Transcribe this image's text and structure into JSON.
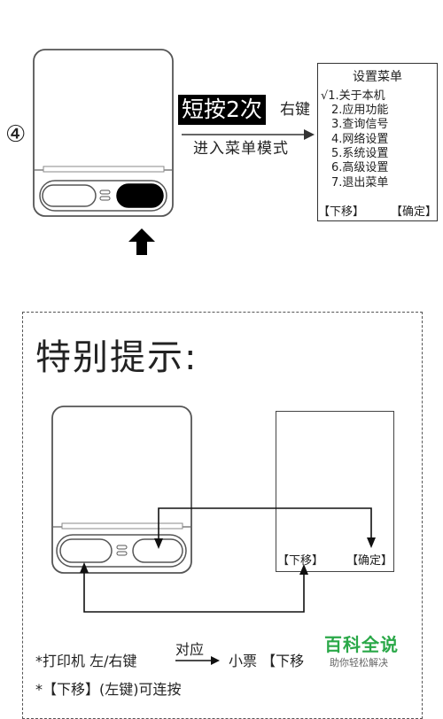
{
  "step": {
    "number": "④"
  },
  "action": {
    "press": "短按2次",
    "key": "右键",
    "result": "进入菜单模式"
  },
  "menu": {
    "title": "设置菜单",
    "items": [
      "√1.关于本机",
      "2.应用功能",
      "3.查询信号",
      "4.网络设置",
      "5.系统设置",
      "6.高级设置",
      "7.退出菜单"
    ],
    "footer_left": "【下移】",
    "footer_right": "【确定】"
  },
  "tip": {
    "title": "特别提示:",
    "receipt_left": "【下移】",
    "receipt_right": "【确定】",
    "note1": "*打印机 左/右键",
    "correspond": "对应",
    "note1_tail": "小票 【下移",
    "note2": "*【下移】(左键)可连按"
  },
  "watermark": {
    "title": "百科全说",
    "subtitle": "助你轻松解决"
  },
  "colors": {
    "brand": "#2aa848",
    "line": "#222222"
  },
  "icons": [
    "printer-icon",
    "up-arrow-icon",
    "right-arrow-icon"
  ]
}
